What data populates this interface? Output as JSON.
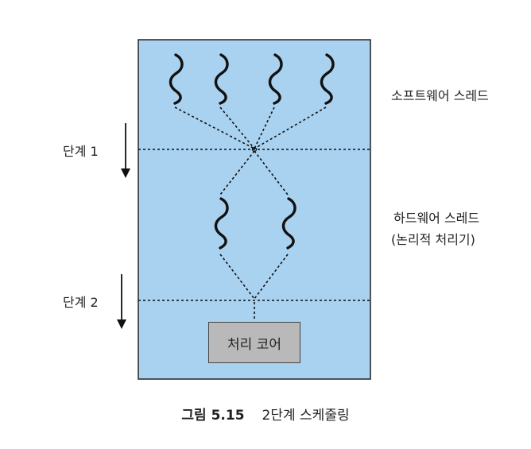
{
  "labels": {
    "software_threads": "소프트웨어 스레드",
    "stage1": "단계 1",
    "hardware_threads_line1": "하드웨어 스레드",
    "hardware_threads_line2": "(논리적 처리기)",
    "stage2": "단계 2",
    "core": "처리 코어"
  },
  "caption": {
    "number": "그림 5.15",
    "text": "2단계 스케줄링"
  },
  "colors": {
    "panel_fill": "#a9d1f0",
    "panel_border": "#222222",
    "core_fill": "#b9b9b9",
    "line": "#111111"
  },
  "icons": {
    "software_thread": "wavy-thread-icon",
    "hardware_thread": "wavy-thread-icon",
    "stage_arrow": "arrow-down-icon"
  }
}
